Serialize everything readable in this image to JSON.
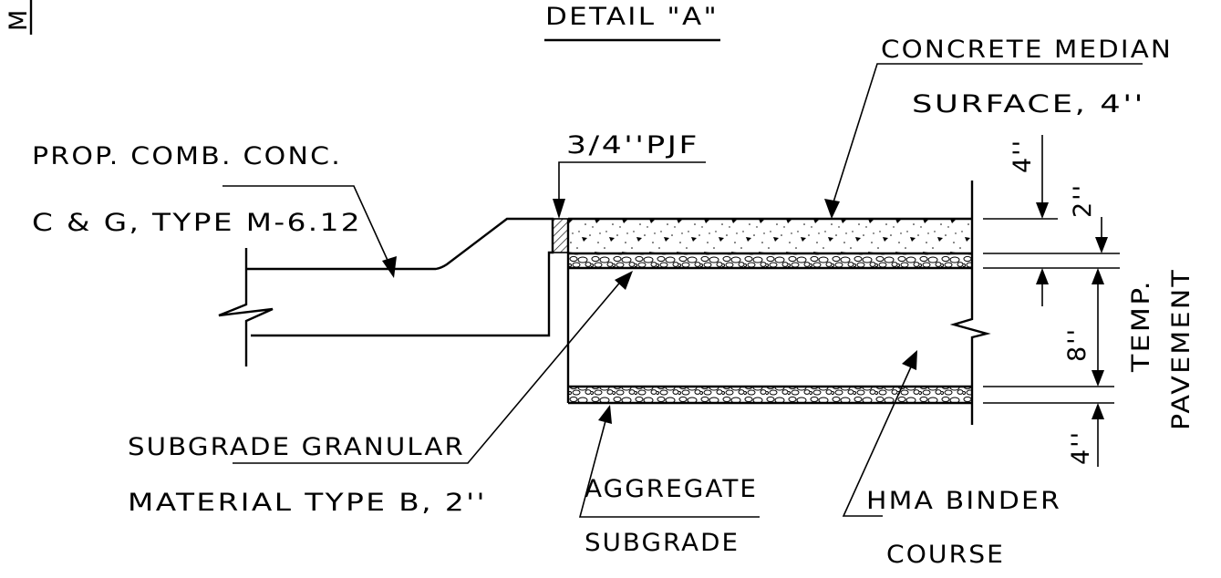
{
  "detail_title": "DETAIL \"A\"",
  "edge_fragment": "M",
  "labels": {
    "concrete_median_1": "CONCRETE MEDIAN",
    "concrete_median_2": "SURFACE, 4''",
    "pjf": "3/4''PJF",
    "curb_1": "PROP. COMB. CONC.",
    "curb_2": "C & G, TYPE M-6.12",
    "subgrade_granular_1": "SUBGRADE GRANULAR",
    "subgrade_granular_2": "MATERIAL TYPE B, 2''",
    "aggregate_1": "AGGREGATE",
    "aggregate_2": "SUBGRADE",
    "hma_1": "HMA BINDER",
    "hma_2": "COURSE",
    "temp_1": "TEMP.",
    "temp_2": "PAVEMENT"
  },
  "dimensions": {
    "concrete": "4''",
    "sand": "2''",
    "hma": "8''",
    "aggregate": "4''"
  },
  "colors": {
    "ink": "#000000",
    "paper": "#ffffff"
  }
}
